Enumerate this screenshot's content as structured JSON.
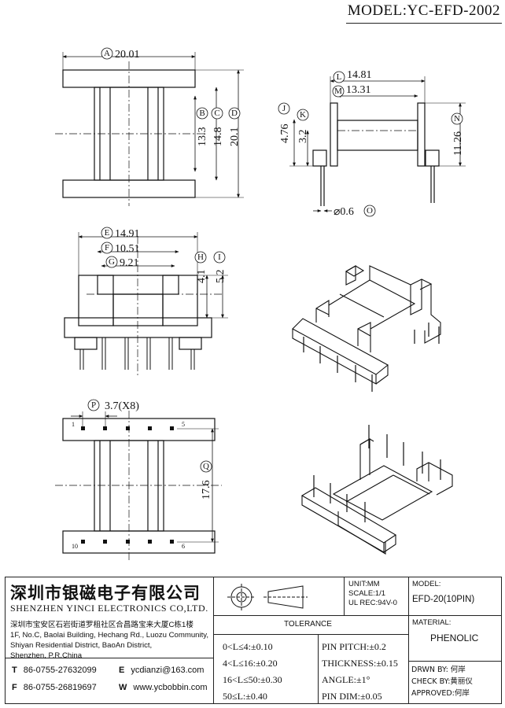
{
  "model_title": "MODEL:YC-EFD-2002",
  "dimensions": {
    "A": "20.01",
    "B": "13.3",
    "C": "14.8",
    "D": "20.1",
    "E": "14.91",
    "F": "10.51",
    "G": "9.21",
    "H": "4.1",
    "I": "5.2",
    "J": "4.76",
    "K": "3.2",
    "L": "14.81",
    "M": "13.31",
    "N": "11.26",
    "O_prefix": "⌀0.6",
    "P": "3.7(X8)",
    "Q": "17.6"
  },
  "letters": [
    "A",
    "B",
    "C",
    "D",
    "E",
    "F",
    "G",
    "H",
    "I",
    "J",
    "K",
    "L",
    "M",
    "N",
    "O",
    "P",
    "Q"
  ],
  "pin_labels": {
    "p1": "1",
    "p5": "5",
    "p10": "10",
    "p6": "6"
  },
  "company": {
    "name_cn": "深圳市银磁电子有限公司",
    "name_en": "SHENZHEN YINCI ELECTRONICS CO,LTD.",
    "address_lines": [
      "深圳市宝安区石岩街道罗租社区合昌路宝来大厦C栋1楼",
      "1F, No.C, Baolai Building, Hechang Rd., Luozu Community,",
      "Shiyan Residential District, BaoAn District,",
      "Shenzhen, P.R.China"
    ],
    "tel_key": "T",
    "tel": "86-0755-27632099",
    "fax_key": "F",
    "fax": "86-0755-26819697",
    "email_key": "E",
    "email": "ycdianzi@163.com",
    "web_key": "W",
    "web": "www.ycbobbin.com"
  },
  "unit": {
    "unit": "UNIT:MM",
    "scale": "SCALE:1/1",
    "ul": "UL REC:94V-0"
  },
  "model": {
    "label": "MODEL:",
    "value": "EFD-20(10PIN)"
  },
  "material": {
    "label": "MATERIAL:",
    "value": "PHENOLIC"
  },
  "tolerance": {
    "title": "TOLERANCE",
    "left": [
      "0<L≤4:±0.10",
      "4<L≤16:±0.20",
      "16<L≤50:±0.30",
      "50≤L:±0.40"
    ],
    "right": [
      "PIN PITCH:±0.2",
      "THICKNESS:±0.15",
      "ANGLE:±1°",
      "PIN DIM:±0.05"
    ]
  },
  "signoff": {
    "drawn": "DRWN BY: 何岸",
    "check": "CHECK BY:黄丽仪",
    "approved": "APPROVED:何岸"
  }
}
